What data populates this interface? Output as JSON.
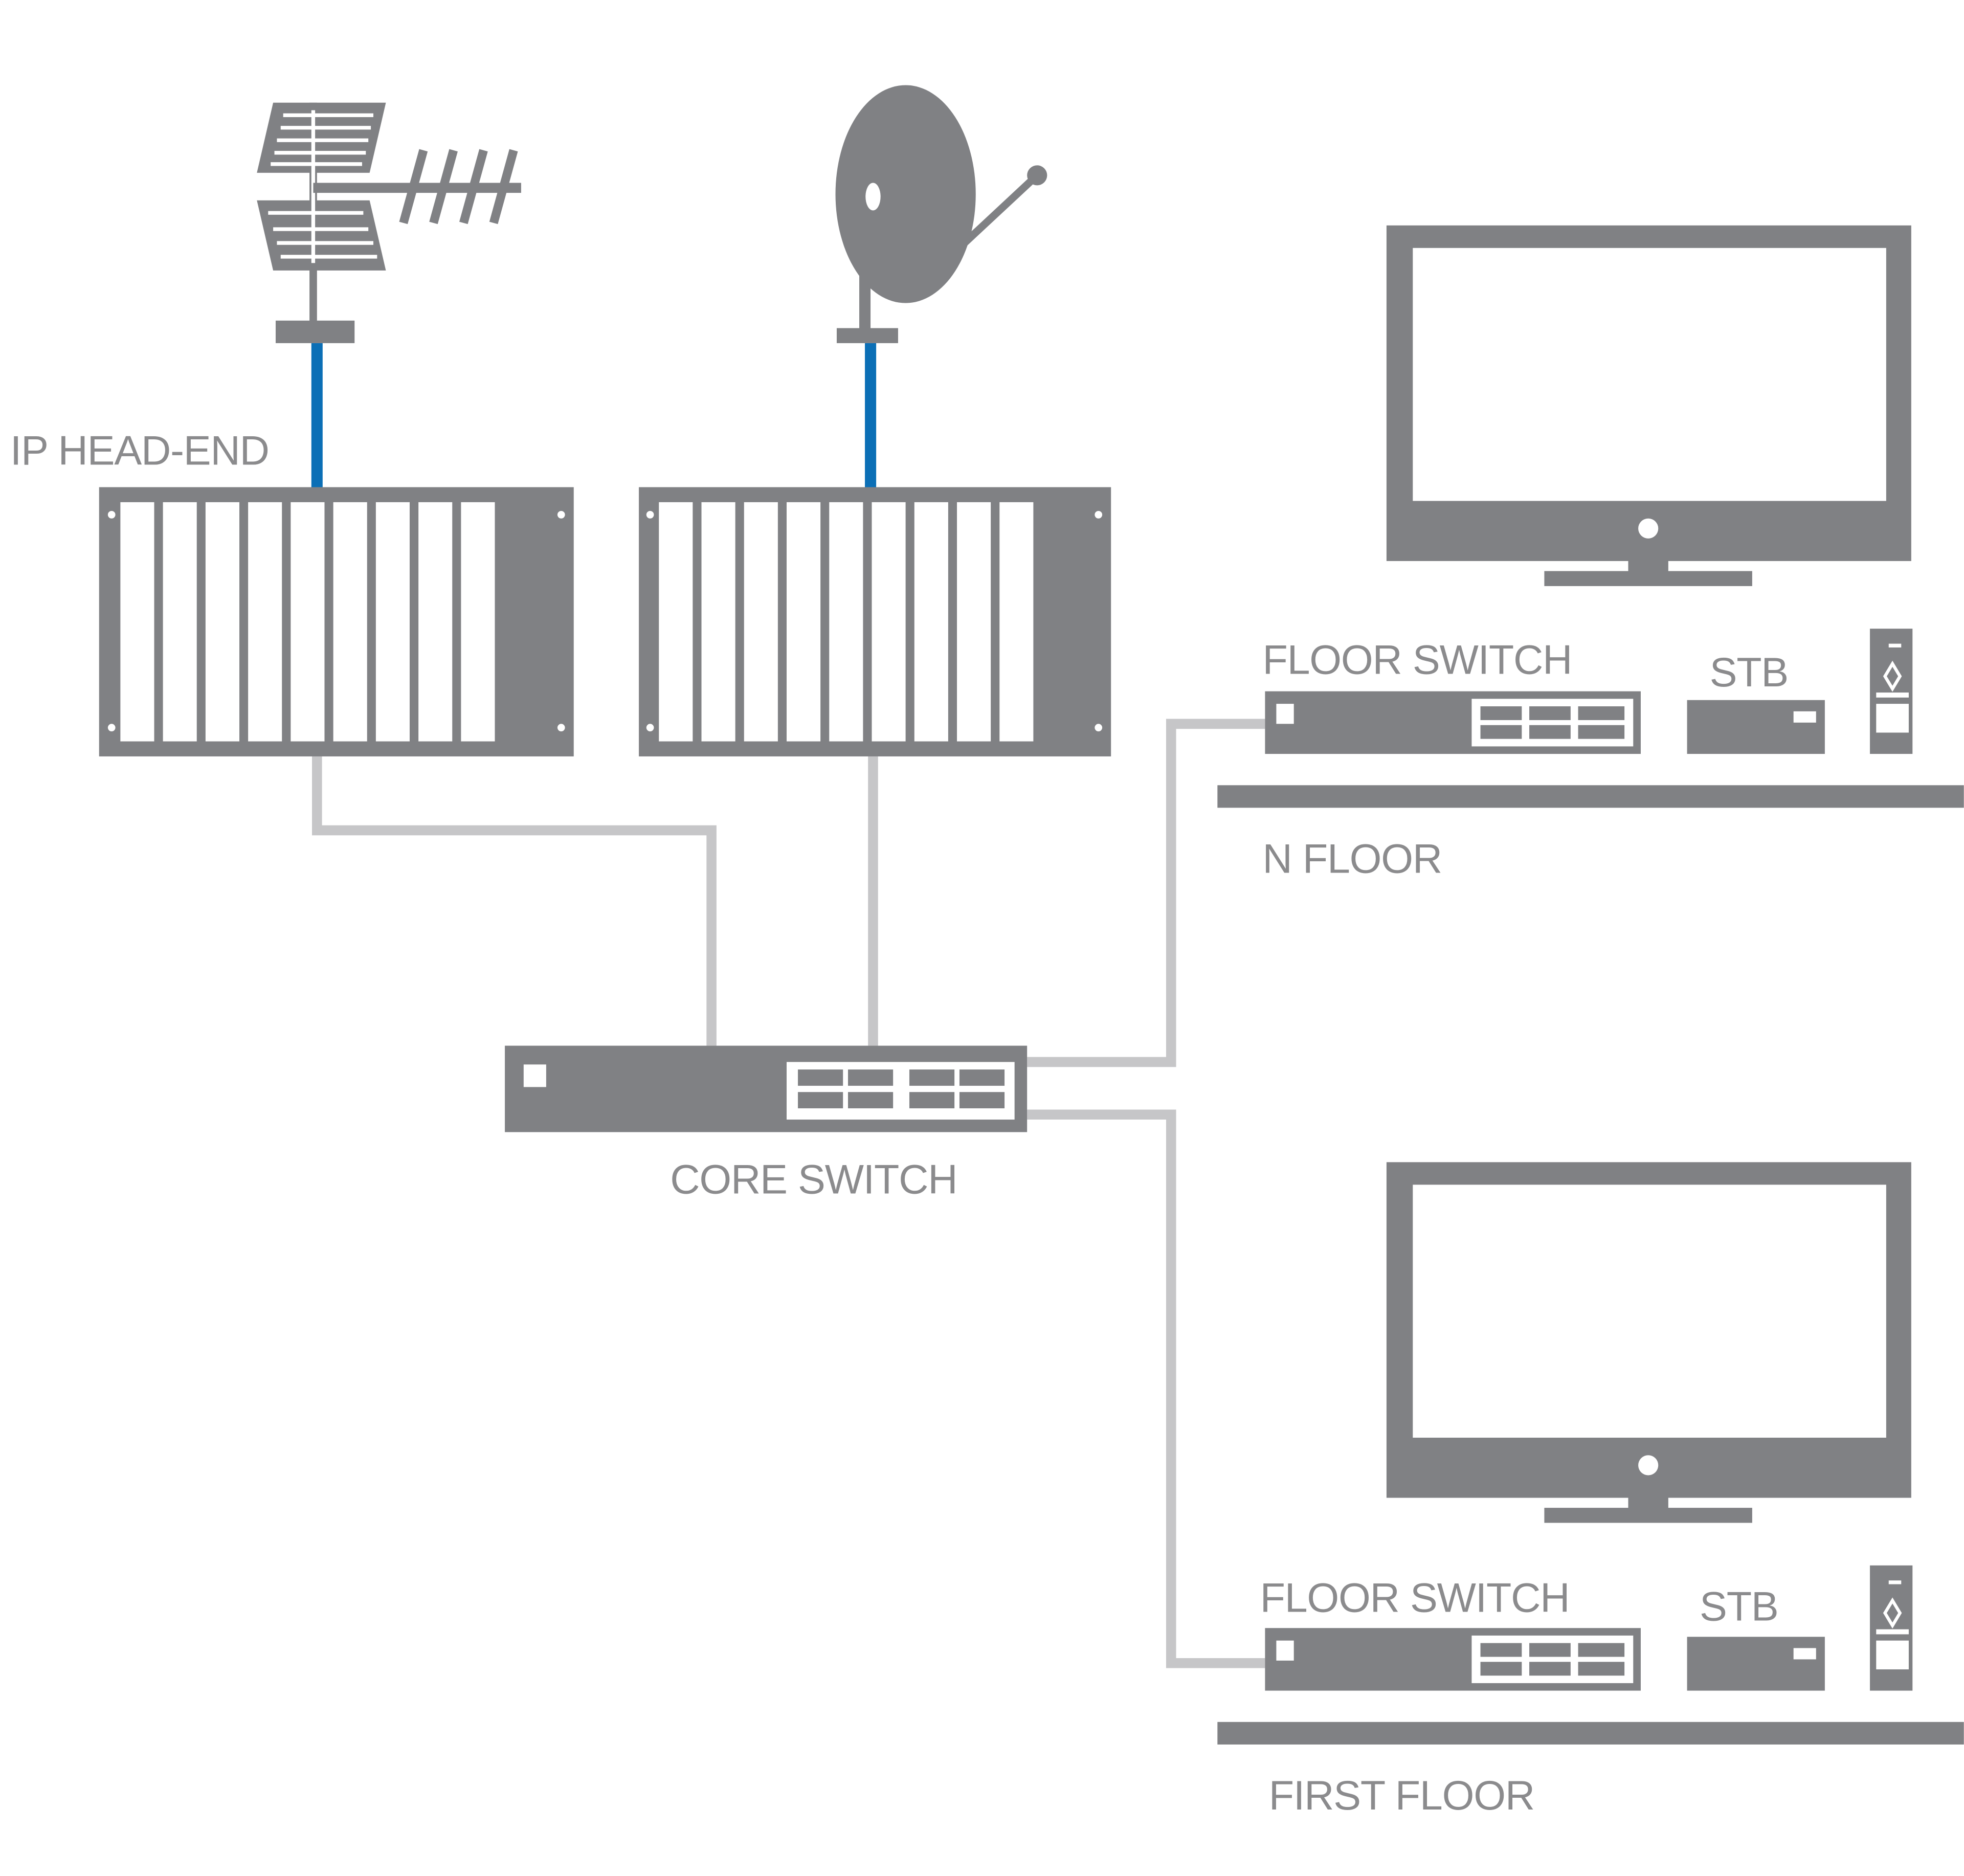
{
  "labels": {
    "head_end": "IP HEAD-END",
    "core_switch": "CORE SWITCH",
    "n_floor": {
      "floor_switch": "FLOOR SWITCH",
      "stb": "STB",
      "floor": "N FLOOR"
    },
    "first_floor": {
      "floor_switch": "FLOOR SWITCH",
      "stb": "STB",
      "floor": "FIRST FLOOR"
    }
  },
  "colors": {
    "device": "#808184",
    "coax_cable": "#0b6fb6",
    "ethernet_cable": "#c6c6c8",
    "label": "#8b8b8d"
  },
  "icons": [
    "terrestrial-antenna-icon",
    "satellite-dish-icon",
    "rack-icon",
    "switch-icon",
    "tv-icon",
    "set-top-box-icon",
    "remote-control-icon"
  ]
}
